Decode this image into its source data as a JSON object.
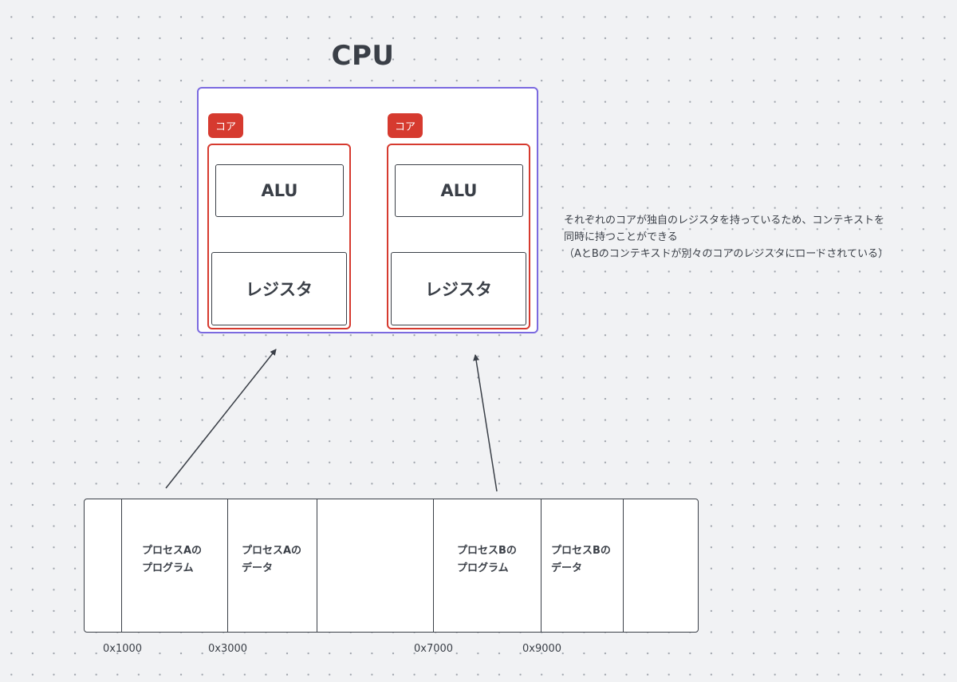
{
  "title": "CPU",
  "cores": [
    {
      "badge": "コア",
      "alu": "ALU",
      "register": "レジスタ"
    },
    {
      "badge": "コア",
      "alu": "ALU",
      "register": "レジスタ"
    }
  ],
  "note": {
    "line1": "それぞれのコアが独自のレジスタを持っているため、コンテキストを",
    "line2": "同時に持つことができる",
    "line3": "（AとBのコンテキストが別々のコアのレジスタにロードされている）"
  },
  "memory": {
    "segments": [
      {
        "line1": "プロセスAの",
        "line2": "プログラム"
      },
      {
        "line1": "プロセスAの",
        "line2": "データ"
      },
      {
        "line1": "プロセスBの",
        "line2": "プログラム"
      },
      {
        "line1": "プロセスBの",
        "line2": "データ"
      }
    ],
    "addresses": [
      "0x1000",
      "0x3000",
      "0x7000",
      "0x9000"
    ]
  }
}
